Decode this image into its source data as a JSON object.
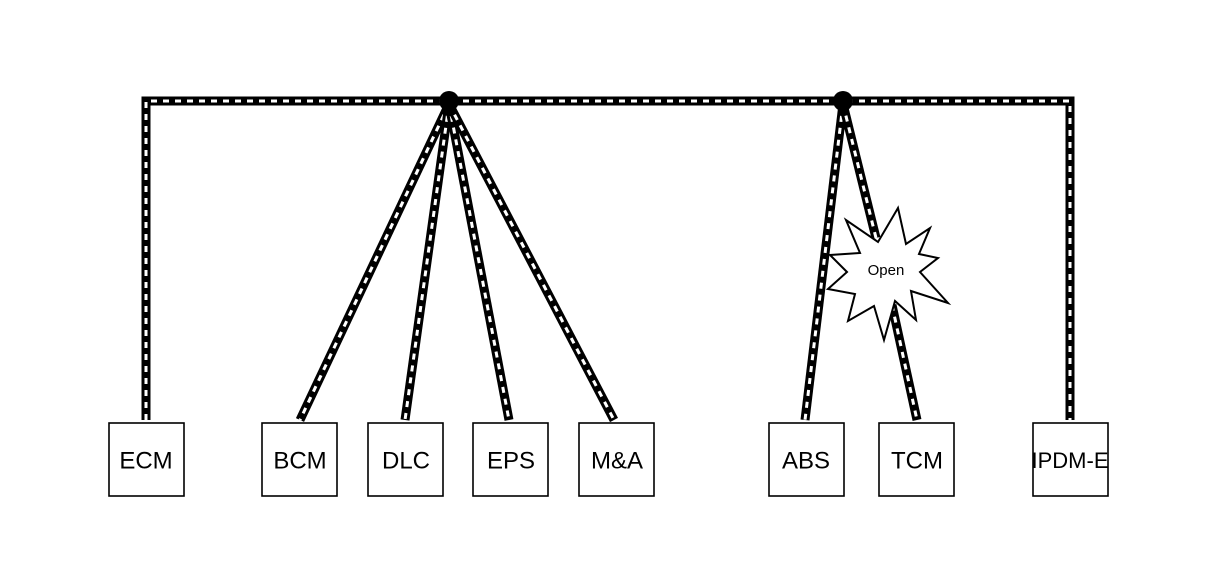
{
  "modules": {
    "ecm": "ECM",
    "bcm": "BCM",
    "dlc": "DLC",
    "eps": "EPS",
    "ma": "M&A",
    "abs": "ABS",
    "tcm": "TCM",
    "ipdm": "IPDM-E"
  },
  "fault": {
    "label": "Open",
    "location": "TCM branch"
  }
}
